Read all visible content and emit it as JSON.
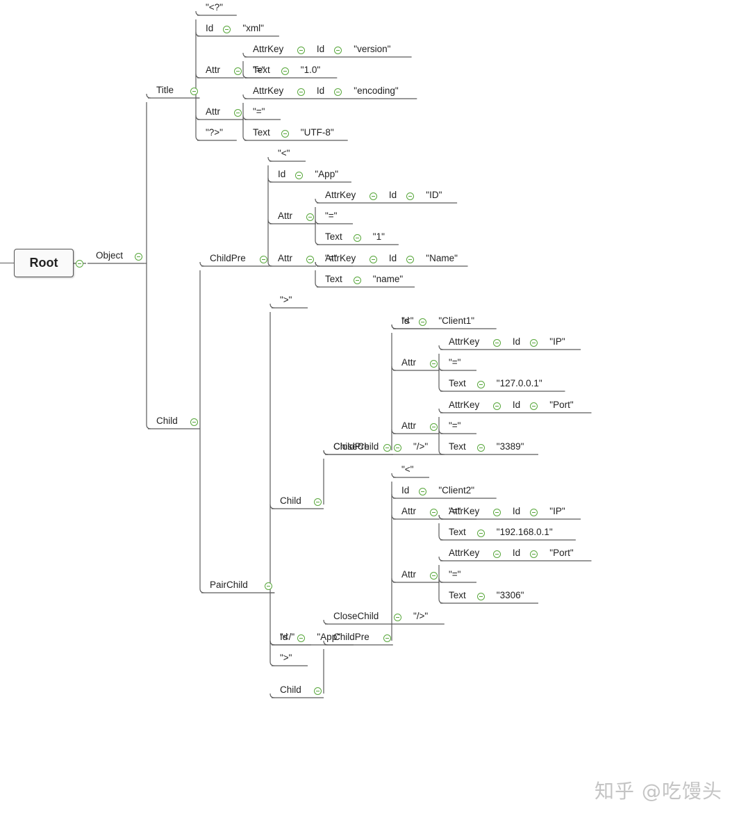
{
  "root": {
    "label": "Root"
  },
  "watermark": "知乎 @吃馒头",
  "tree": {
    "label": "Object",
    "collapse": true,
    "children": [
      {
        "label": "Title",
        "collapse": true,
        "children": [
          {
            "label": "\"<?\""
          },
          {
            "label": "Id",
            "collapse": true,
            "children": [
              {
                "label": "\"xml\""
              }
            ]
          },
          {
            "label": "Attr",
            "collapse": true,
            "children": [
              {
                "label": "AttrKey",
                "collapse": true,
                "children": [
                  {
                    "label": "Id",
                    "collapse": true,
                    "children": [
                      {
                        "label": "\"version\""
                      }
                    ]
                  }
                ]
              },
              {
                "label": "\"=\""
              },
              {
                "label": "Text",
                "collapse": true,
                "children": [
                  {
                    "label": "\"1.0\""
                  }
                ]
              }
            ]
          },
          {
            "label": "Attr",
            "collapse": true,
            "children": [
              {
                "label": "AttrKey",
                "collapse": true,
                "children": [
                  {
                    "label": "Id",
                    "collapse": true,
                    "children": [
                      {
                        "label": "\"encoding\""
                      }
                    ]
                  }
                ]
              },
              {
                "label": "\"=\""
              },
              {
                "label": "Text",
                "collapse": true,
                "children": [
                  {
                    "label": "\"UTF-8\""
                  }
                ]
              }
            ]
          },
          {
            "label": "\"?>\""
          }
        ]
      },
      {
        "label": "Child",
        "collapse": true,
        "children": [
          {
            "label": "ChildPre",
            "collapse": true,
            "children": [
              {
                "label": "\"<\""
              },
              {
                "label": "Id",
                "collapse": true,
                "children": [
                  {
                    "label": "\"App\""
                  }
                ]
              },
              {
                "label": "Attr",
                "collapse": true,
                "children": [
                  {
                    "label": "AttrKey",
                    "collapse": true,
                    "children": [
                      {
                        "label": "Id",
                        "collapse": true,
                        "children": [
                          {
                            "label": "\"ID\""
                          }
                        ]
                      }
                    ]
                  },
                  {
                    "label": "\"=\""
                  },
                  {
                    "label": "Text",
                    "collapse": true,
                    "children": [
                      {
                        "label": "\"1\""
                      }
                    ]
                  }
                ]
              },
              {
                "label": "Attr",
                "collapse": true,
                "children": [
                  {
                    "label": "AttrKey",
                    "collapse": true,
                    "children": [
                      {
                        "label": "Id",
                        "collapse": true,
                        "children": [
                          {
                            "label": "\"Name\""
                          }
                        ]
                      }
                    ]
                  },
                  {
                    "label": "\"=\""
                  },
                  {
                    "label": "Text",
                    "collapse": true,
                    "children": [
                      {
                        "label": "\"name\""
                      }
                    ]
                  }
                ]
              }
            ]
          },
          {
            "label": "PairChild",
            "collapse": true,
            "children": [
              {
                "label": "\">\""
              },
              {
                "label": "Child",
                "collapse": true,
                "children": [
                  {
                    "label": "ChildPre",
                    "collapse": true,
                    "children": [
                      {
                        "label": "\"<\""
                      },
                      {
                        "label": "Id",
                        "collapse": true,
                        "children": [
                          {
                            "label": "\"Client1\""
                          }
                        ]
                      },
                      {
                        "label": "Attr",
                        "collapse": true,
                        "children": [
                          {
                            "label": "AttrKey",
                            "collapse": true,
                            "children": [
                              {
                                "label": "Id",
                                "collapse": true,
                                "children": [
                                  {
                                    "label": "\"IP\""
                                  }
                                ]
                              }
                            ]
                          },
                          {
                            "label": "\"=\""
                          },
                          {
                            "label": "Text",
                            "collapse": true,
                            "children": [
                              {
                                "label": "\"127.0.0.1\""
                              }
                            ]
                          }
                        ]
                      },
                      {
                        "label": "Attr",
                        "collapse": true,
                        "children": [
                          {
                            "label": "AttrKey",
                            "collapse": true,
                            "children": [
                              {
                                "label": "Id",
                                "collapse": true,
                                "children": [
                                  {
                                    "label": "\"Port\""
                                  }
                                ]
                              }
                            ]
                          },
                          {
                            "label": "\"=\""
                          },
                          {
                            "label": "Text",
                            "collapse": true,
                            "children": [
                              {
                                "label": "\"3389\""
                              }
                            ]
                          }
                        ]
                      }
                    ]
                  },
                  {
                    "label": "CloseChild",
                    "collapse": true,
                    "children": [
                      {
                        "label": "\"/>\""
                      }
                    ]
                  }
                ]
              },
              {
                "label": "Child",
                "collapse": true,
                "children": [
                  {
                    "label": "ChildPre",
                    "collapse": true,
                    "children": [
                      {
                        "label": "\"<\""
                      },
                      {
                        "label": "Id",
                        "collapse": true,
                        "children": [
                          {
                            "label": "\"Client2\""
                          }
                        ]
                      },
                      {
                        "label": "Attr",
                        "collapse": true,
                        "children": [
                          {
                            "label": "AttrKey",
                            "collapse": true,
                            "children": [
                              {
                                "label": "Id",
                                "collapse": true,
                                "children": [
                                  {
                                    "label": "\"IP\""
                                  }
                                ]
                              }
                            ]
                          },
                          {
                            "label": "\"=\""
                          },
                          {
                            "label": "Text",
                            "collapse": true,
                            "children": [
                              {
                                "label": "\"192.168.0.1\""
                              }
                            ]
                          }
                        ]
                      },
                      {
                        "label": "Attr",
                        "collapse": true,
                        "children": [
                          {
                            "label": "AttrKey",
                            "collapse": true,
                            "children": [
                              {
                                "label": "Id",
                                "collapse": true,
                                "children": [
                                  {
                                    "label": "\"Port\""
                                  }
                                ]
                              }
                            ]
                          },
                          {
                            "label": "\"=\""
                          },
                          {
                            "label": "Text",
                            "collapse": true,
                            "children": [
                              {
                                "label": "\"3306\""
                              }
                            ]
                          }
                        ]
                      }
                    ]
                  },
                  {
                    "label": "CloseChild",
                    "collapse": true,
                    "children": [
                      {
                        "label": "\"/>\""
                      }
                    ]
                  }
                ]
              },
              {
                "label": "\"</\""
              },
              {
                "label": "Id",
                "collapse": true,
                "children": [
                  {
                    "label": "\"App\""
                  }
                ]
              },
              {
                "label": "\">\""
              }
            ]
          }
        ]
      }
    ]
  }
}
